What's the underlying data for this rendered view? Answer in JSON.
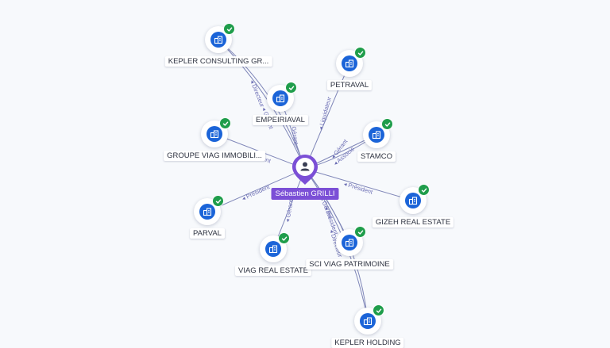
{
  "colors": {
    "edge": "#7f86b8",
    "person_accent": "#7b4fd6",
    "company_icon": "#1b64d8",
    "verified_badge": "#1f9d4b"
  },
  "person": {
    "name": "Sébastien GRILLI",
    "icon": "person-icon"
  },
  "companies": [
    {
      "id": "kepler-consulting",
      "label": "KEPLER CONSULTING GR...",
      "icon": "building-icon",
      "verified": true
    },
    {
      "id": "petraval",
      "label": "PETRAVAL",
      "icon": "building-icon",
      "verified": true
    },
    {
      "id": "empeiriaval",
      "label": "EMPEIRIAVAL",
      "icon": "building-icon",
      "verified": true
    },
    {
      "id": "groupe-viag",
      "label": "GROUPE VIAG IMMOBILI...",
      "icon": "building-icon",
      "verified": true
    },
    {
      "id": "stamco",
      "label": "STAMCO",
      "icon": "building-icon",
      "verified": true
    },
    {
      "id": "gizeh",
      "label": "GIZEH REAL ESTATE",
      "icon": "building-icon",
      "verified": true
    },
    {
      "id": "parval",
      "label": "PARVAL",
      "icon": "building-icon",
      "verified": true
    },
    {
      "id": "viag-real-estate",
      "label": "VIAG REAL ESTATE",
      "icon": "building-icon",
      "verified": true
    },
    {
      "id": "sci-viag",
      "label": "SCI VIAG PATRIMOINE",
      "icon": "building-icon",
      "verified": true
    },
    {
      "id": "kepler-holding",
      "label": "KEPLER HOLDING",
      "icon": "building-icon",
      "verified": true
    }
  ],
  "edges": [
    {
      "to": "kepler-consulting",
      "role": "Directeur",
      "role2": "Gérant"
    },
    {
      "to": "petraval",
      "role": "Liquidateur"
    },
    {
      "to": "empeiriaval",
      "role": "Gérant"
    },
    {
      "to": "groupe-viag",
      "role": "Président"
    },
    {
      "to": "stamco",
      "role": "Gérant",
      "role2": "Associé"
    },
    {
      "to": "gizeh",
      "role": "Président"
    },
    {
      "to": "parval",
      "role": "Président"
    },
    {
      "to": "viag-real-estate",
      "role": "Gérant"
    },
    {
      "to": "sci-viag",
      "role": "Gérant"
    },
    {
      "to": "kepler-holding",
      "role": "Directeur",
      "role2": "Président"
    }
  ]
}
